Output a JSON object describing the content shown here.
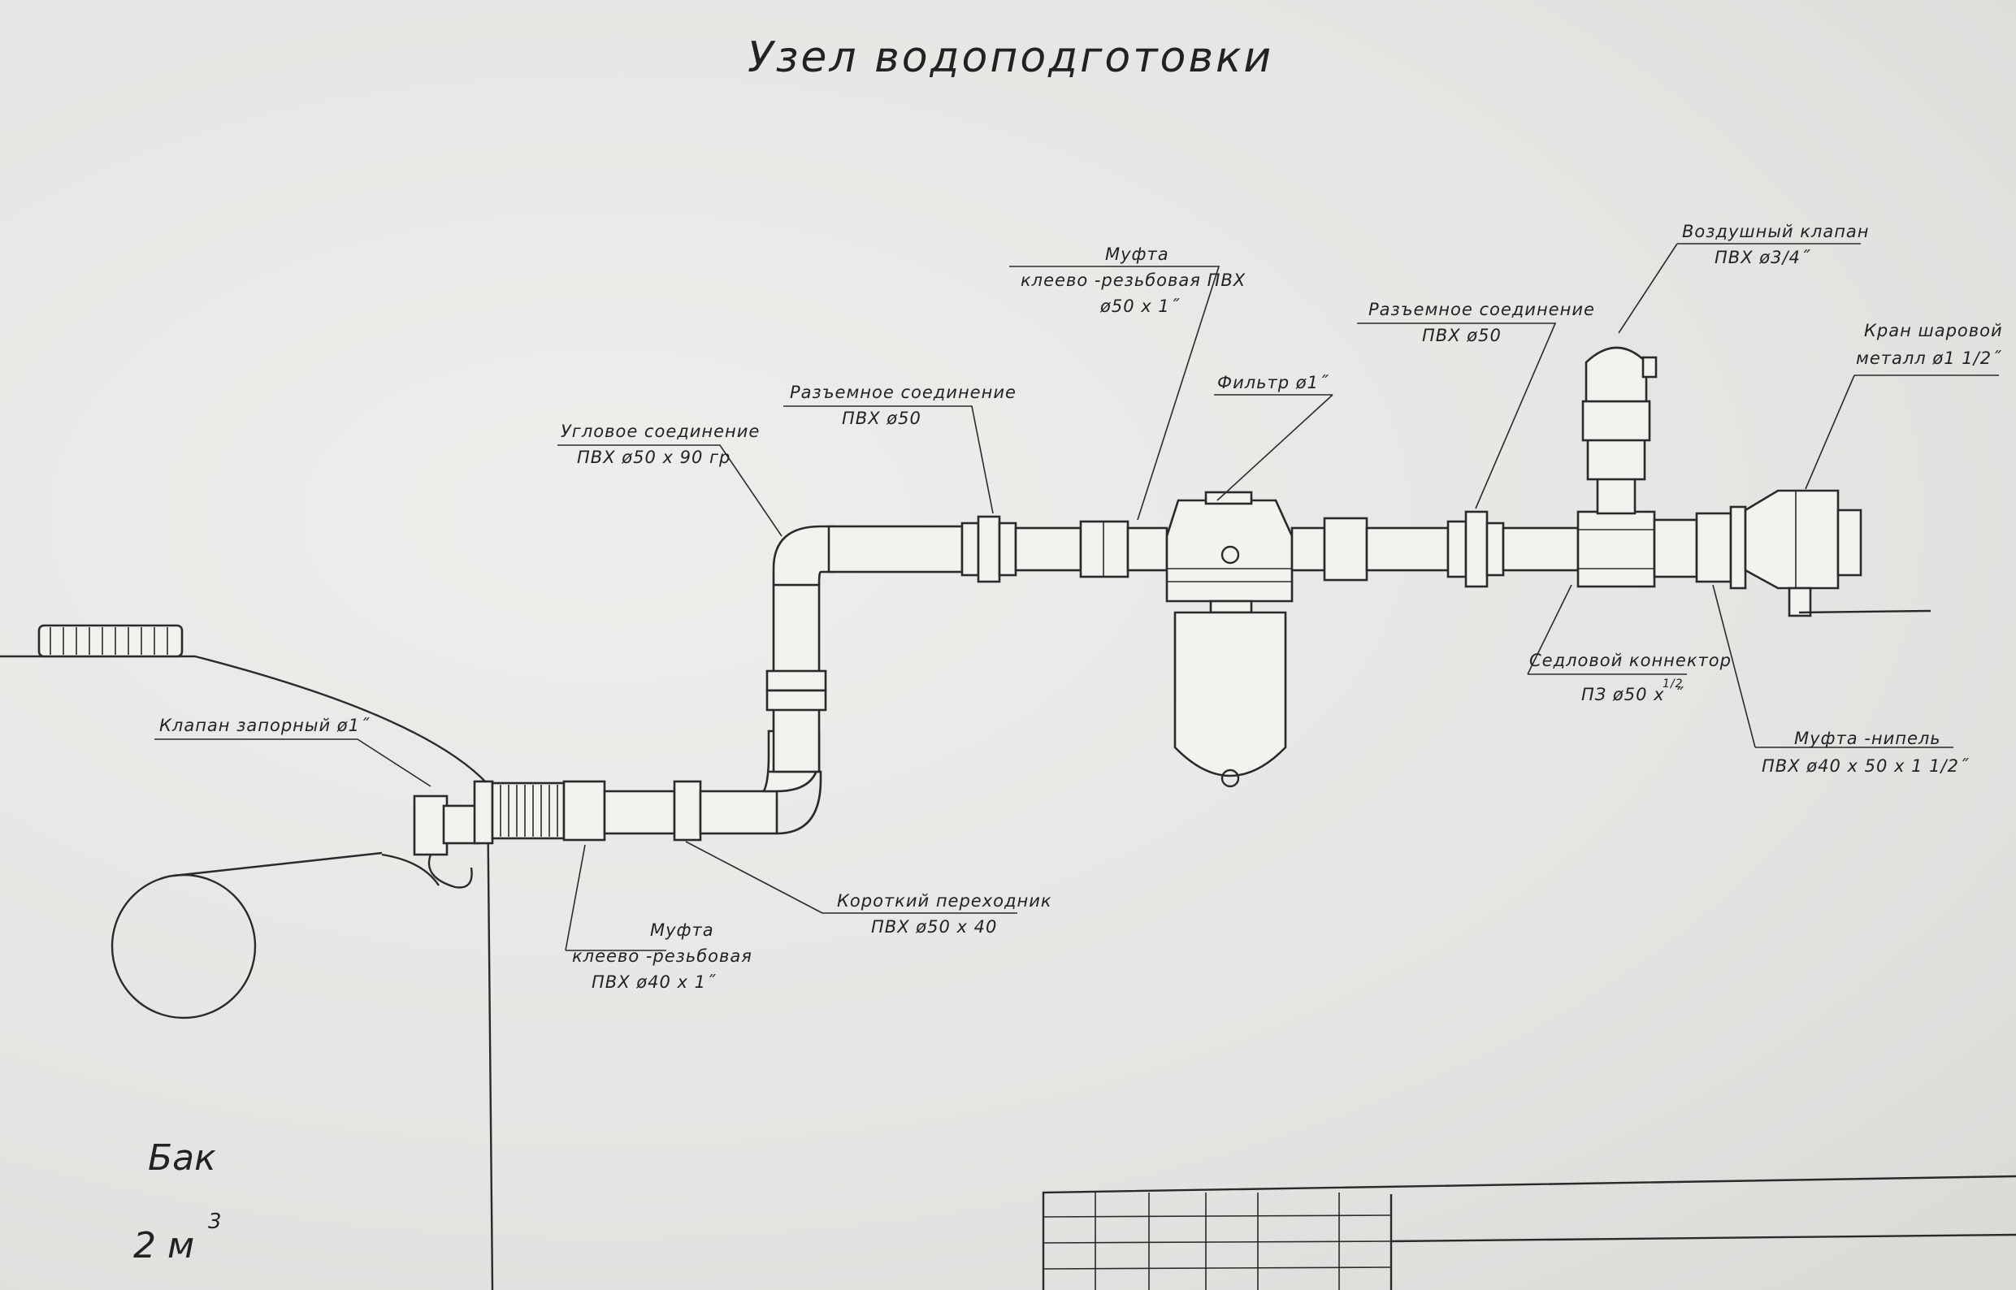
{
  "title": "Узел водоподготовки",
  "tank": {
    "label": "Бак",
    "volume": "2 м",
    "volume_sup": "3"
  },
  "callouts": {
    "shutoff_valve": {
      "line1": "Клапан запорный ø1˝"
    },
    "coupling_40": {
      "line1": "Муфта",
      "line2": "клеево -резьбовая",
      "line3": "ПВХ ø40 x 1˝"
    },
    "short_adapter": {
      "line1": "Короткий переходник",
      "line2": "ПВХ ø50 x 40"
    },
    "elbow": {
      "line1": "Угловое соединение",
      "line2": "ПВХ ø50 x 90 гр"
    },
    "union_1": {
      "line1": "Разъемное соединение",
      "line2": "ПВХ ø50"
    },
    "coupling_50": {
      "line1": "Муфта",
      "line2": "клеево -резьбовая ПВХ",
      "line3": "ø50 x 1˝"
    },
    "filter": {
      "line1": "Фильтр ø1˝"
    },
    "union_2": {
      "line1": "Разъемное соединение",
      "line2": "ПВХ ø50"
    },
    "air_valve": {
      "line1": "Воздушный клапан",
      "line2": "ПВХ ø3/4˝"
    },
    "ball_valve": {
      "line1": "Кран шаровой",
      "line2": "металл ø1 1/2˝"
    },
    "saddle": {
      "line1": "Седловой коннектор",
      "line2": "ПЗ ø50 x",
      "line2_sup": "1/2",
      "line2_tail": "˝"
    },
    "nipple": {
      "line1": "Муфта -нипель",
      "line2": "ПВХ ø40 x 50 x 1 1/2˝"
    }
  },
  "colors": {
    "paper": "#e6e7e5",
    "ink": "#2a2a2a"
  }
}
